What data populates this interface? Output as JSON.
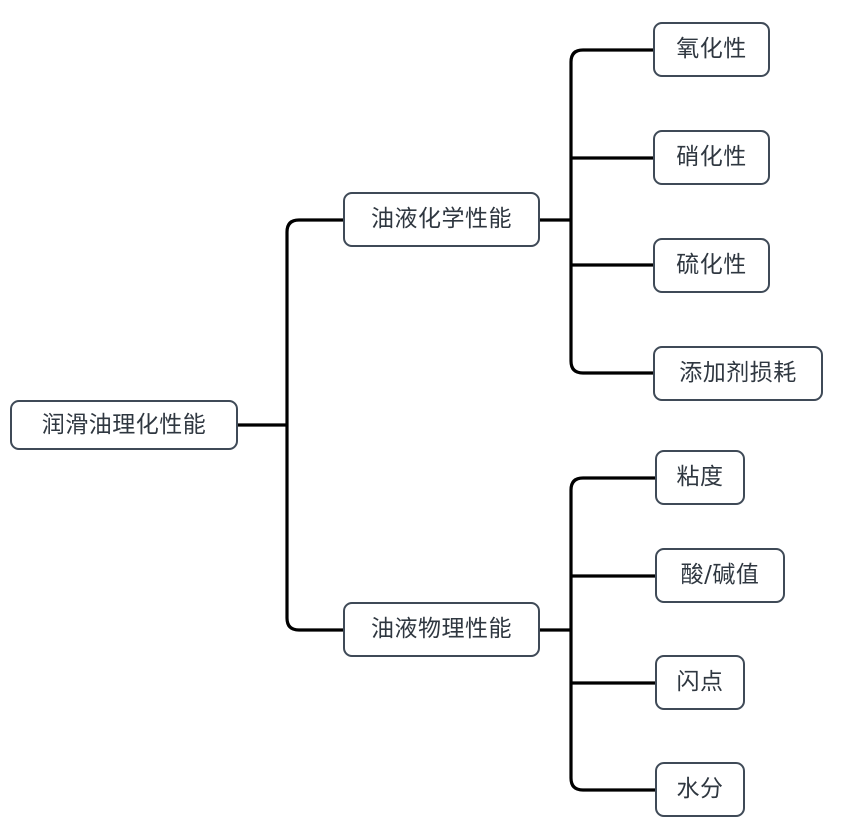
{
  "diagram": {
    "type": "tree-mindmap",
    "orientation": "left-to-right",
    "root": {
      "label": "润滑油理化性能"
    },
    "branches": [
      {
        "label": "油液化学性能",
        "children": [
          {
            "label": "氧化性"
          },
          {
            "label": "硝化性"
          },
          {
            "label": "硫化性"
          },
          {
            "label": "添加剂损耗"
          }
        ]
      },
      {
        "label": "油液物理性能",
        "children": [
          {
            "label": "粘度"
          },
          {
            "label": "酸/碱值"
          },
          {
            "label": "闪点"
          },
          {
            "label": "水分"
          }
        ]
      }
    ],
    "style": {
      "node_border_color": "#3f4a57",
      "node_fill_color": "#ffffff",
      "text_color": "#2f3740",
      "connector_color": "#000000",
      "background_color": "#ffffff"
    }
  }
}
